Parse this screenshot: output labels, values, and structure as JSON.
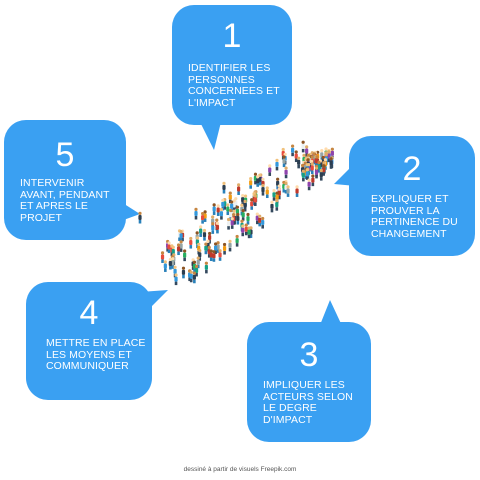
{
  "colors": {
    "bubble": "#3aa0f2",
    "text": "#ffffff"
  },
  "steps": [
    {
      "number": "1",
      "text": "IDENTIFIER LES PERSONNES CONCERNEES ET L'IMPACT"
    },
    {
      "number": "2",
      "text": "EXPLIQUER ET PROUVER LA PERTINENCE DU CHANGEMENT"
    },
    {
      "number": "3",
      "text": "IMPLIQUER LES ACTEURS SELON LE DEGRE D'IMPACT"
    },
    {
      "number": "4",
      "text": "METTRE EN PLACE LES MOYENS ET COMMUNIQUER"
    },
    {
      "number": "5",
      "text": "INTERVENIR AVANT, PENDANT ET APRES LE PROJET"
    }
  ],
  "credit": "dessiné à partir de visuels Freepik.com"
}
